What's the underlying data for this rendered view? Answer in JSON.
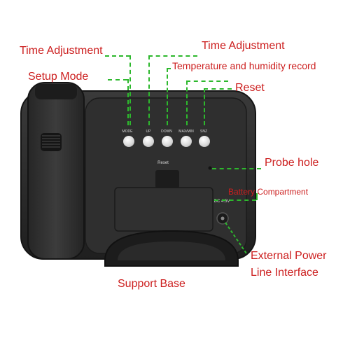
{
  "labels": {
    "time_adjustment_left": "Time Adjustment",
    "setup_mode": "Setup Mode",
    "time_adjustment_right": "Time Adjustment",
    "temp_humidity": "Temperature and humidity record",
    "reset": "Reset",
    "probe_hole": "Probe hole",
    "battery": "Battery Compartment",
    "external_power_1": "External Power",
    "external_power_2": "Line Interface",
    "support_base": "Support Base"
  },
  "device_text": {
    "btn_mode": "MODE",
    "btn_up": "UP",
    "btn_down": "DOWN",
    "btn_maxmin": "MAX/MIN",
    "btn_snz": "SNZ",
    "reset": "Reset",
    "dc": "DC 4.5V"
  },
  "colors": {
    "label_red": "#cc1f1f",
    "leader_green": "#2db82d",
    "device_body": "#2b2b2b"
  }
}
